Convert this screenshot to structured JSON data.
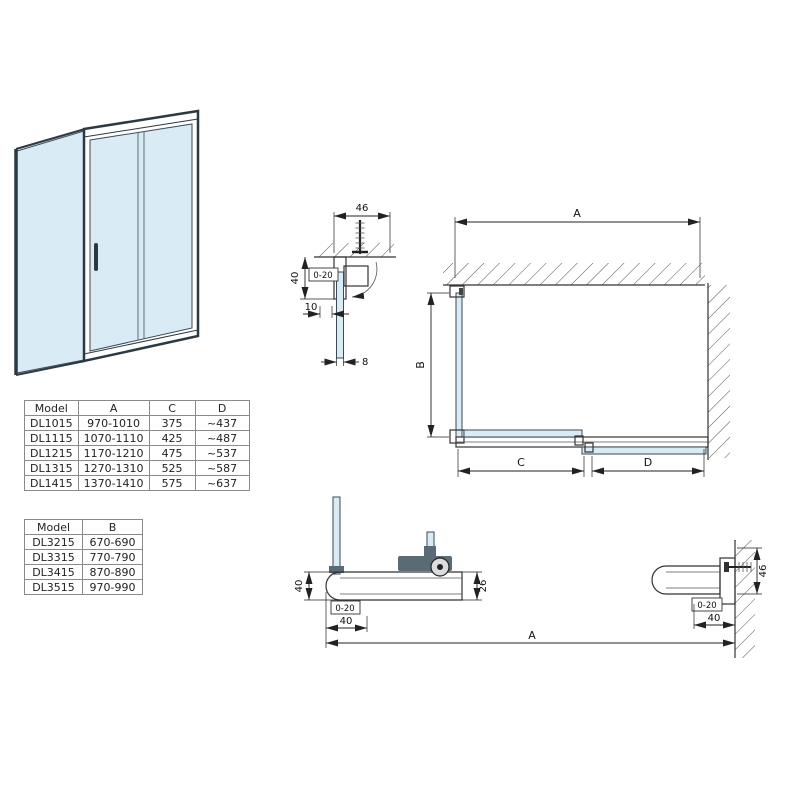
{
  "dims": {
    "top": {
      "w": "46",
      "h": "40",
      "adj": "0-20",
      "off": "10",
      "g": "8"
    },
    "plan": {
      "a": "A",
      "b": "B",
      "c": "C",
      "d": "D"
    },
    "bottom": {
      "l": "40",
      "adj": "0-20",
      "b": "40",
      "r": "26",
      "a": "A"
    },
    "right": {
      "adj": "0-20",
      "b": "40",
      "h": "46"
    }
  },
  "tables": {
    "t1": {
      "headers": [
        "Model",
        "A",
        "C",
        "D"
      ],
      "rows": [
        [
          "DL1015",
          "970-1010",
          "375",
          "~437"
        ],
        [
          "DL1115",
          "1070-1110",
          "425",
          "~487"
        ],
        [
          "DL1215",
          "1170-1210",
          "475",
          "~537"
        ],
        [
          "DL1315",
          "1270-1310",
          "525",
          "~587"
        ],
        [
          "DL1415",
          "1370-1410",
          "575",
          "~637"
        ]
      ]
    },
    "t2": {
      "headers": [
        "Model",
        "B"
      ],
      "rows": [
        [
          "DL3215",
          "670-690"
        ],
        [
          "DL3315",
          "770-790"
        ],
        [
          "DL3415",
          "870-890"
        ],
        [
          "DL3515",
          "970-990"
        ]
      ]
    }
  }
}
